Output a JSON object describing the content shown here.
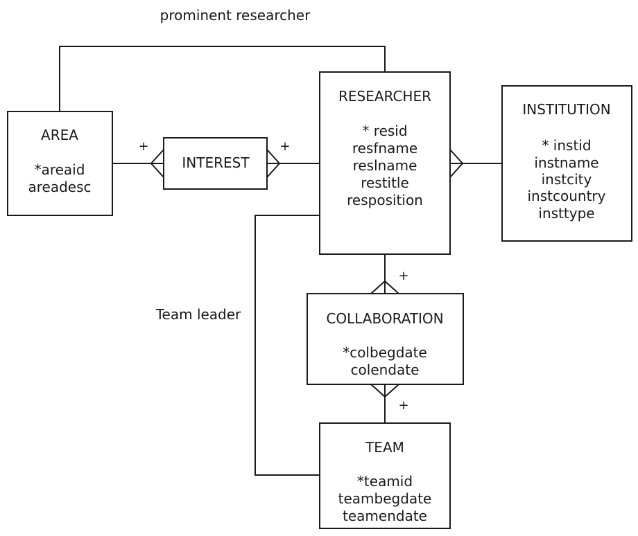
{
  "entities": {
    "area": {
      "name": "AREA",
      "attributes": [
        "*areaid",
        "areadesc"
      ]
    },
    "interest": {
      "name": "INTEREST",
      "attributes": []
    },
    "researcher": {
      "name": "RESEARCHER",
      "attributes": [
        "* resid",
        "resfname",
        "reslname",
        "restitle",
        "resposition"
      ]
    },
    "institution": {
      "name": "INSTITUTION",
      "attributes": [
        "* instid",
        "instname",
        "instcity",
        "instcountry",
        "insttype"
      ]
    },
    "collaboration": {
      "name": "COLLABORATION",
      "attributes": [
        "*colbegdate",
        "colendate"
      ]
    },
    "team": {
      "name": "TEAM",
      "attributes": [
        "*teamid",
        "teambegdate",
        "teamendate"
      ]
    }
  },
  "relationships": {
    "prominent_researcher": {
      "label": "prominent researcher"
    },
    "team_leader": {
      "label": "Team leader"
    }
  },
  "markers": {
    "plus": "+"
  }
}
